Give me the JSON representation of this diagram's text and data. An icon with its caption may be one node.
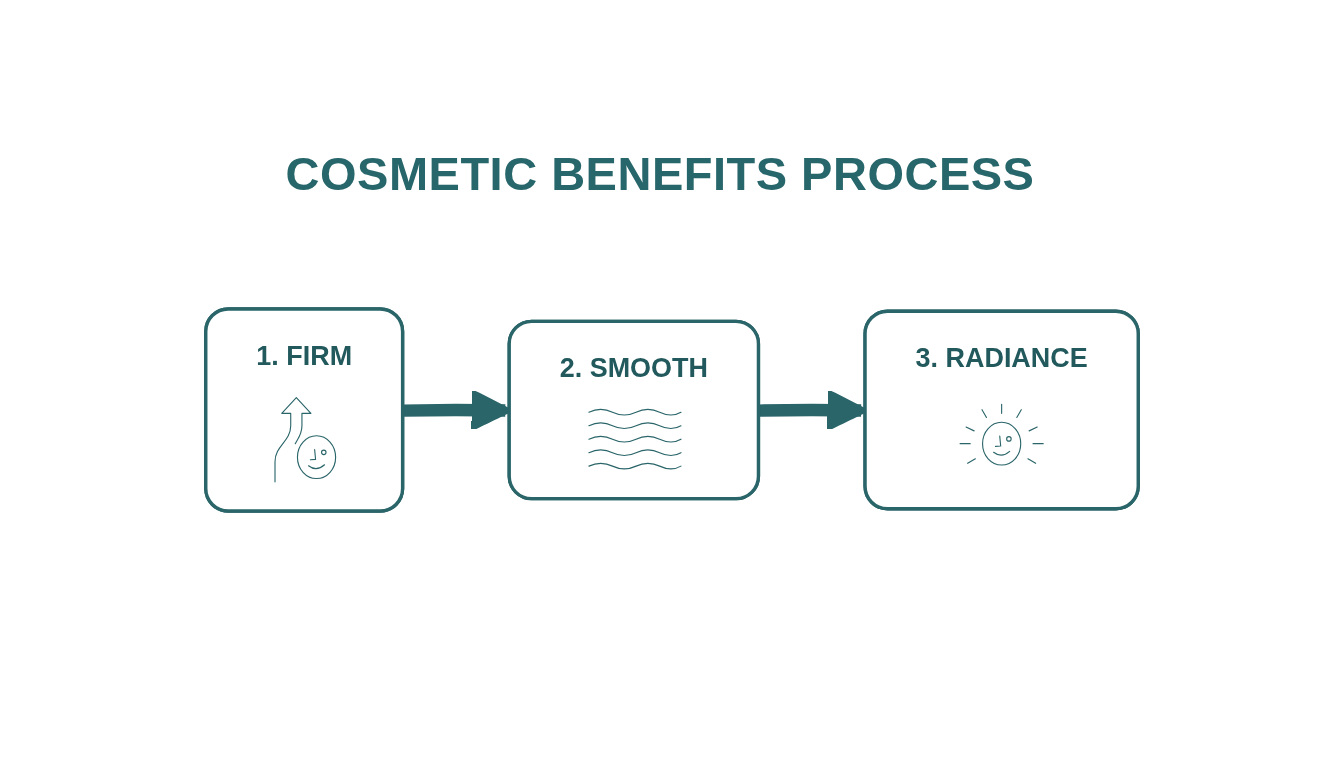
{
  "diagram": {
    "title": "COSMETIC BENEFITS PROCESS",
    "nodes": [
      {
        "text": [
          "1. FIRM"
        ]
      },
      {
        "text": [
          "2. SMOOTH"
        ]
      },
      {
        "text": [
          "3. RADIANCE"
        ]
      }
    ],
    "edges": [
      {
        "from": 0,
        "to": 1,
        "arrow": "to"
      },
      {
        "from": 1,
        "to": 2,
        "arrow": "to"
      }
    ]
  }
}
